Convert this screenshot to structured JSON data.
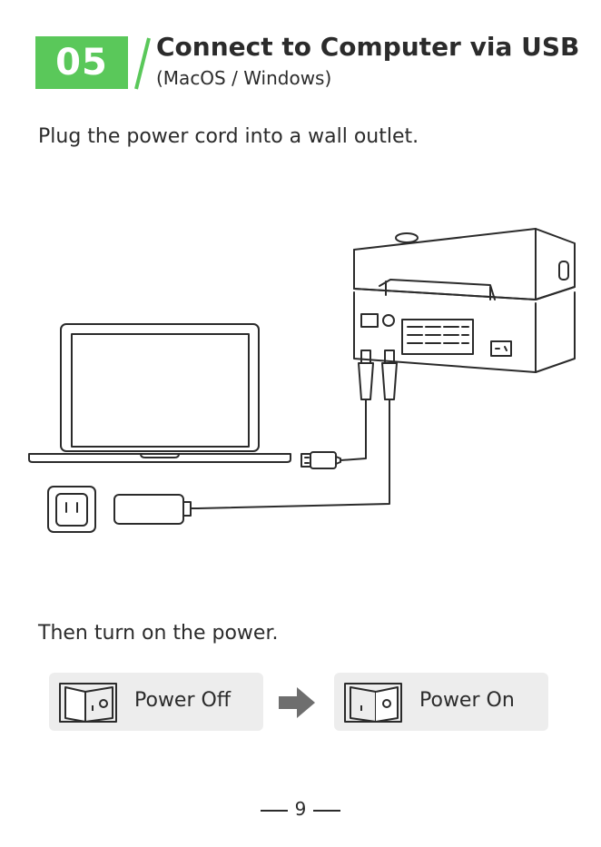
{
  "header": {
    "step_number": "05",
    "title": "Connect to Computer via USB",
    "subtitle": "(MacOS / Windows)",
    "accent_color": "#5ac85a"
  },
  "instructions": {
    "step1": "Plug the power cord into a wall outlet.",
    "step2": "Then turn on the power."
  },
  "switches": {
    "off_label": "Power Off",
    "on_label": "Power On",
    "arrow_icon": "right-arrow-icon"
  },
  "footer": {
    "page_number": "9"
  }
}
